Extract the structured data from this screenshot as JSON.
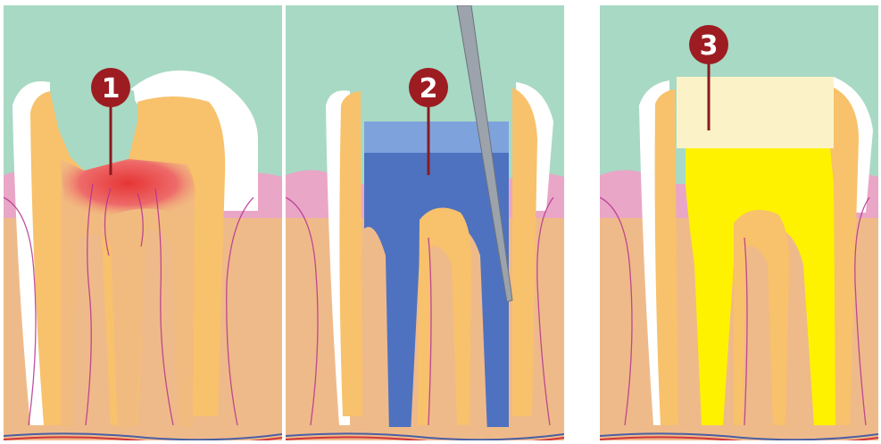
{
  "steps": [
    {
      "number": "1",
      "state": "infected-pulp"
    },
    {
      "number": "2",
      "state": "canal-cleaning"
    },
    {
      "number": "3",
      "state": "filled-and-sealed"
    }
  ],
  "colors": {
    "background_green": "#a8d9c4",
    "gum_pink": "#e9a6c7",
    "bone": "#efba8a",
    "dentin": "#f8c16b",
    "enamel": "#ffffff",
    "pulp": "#f1bb80",
    "infection_red": "#e63535",
    "irrigant_light_blue": "#7ea3dc",
    "irrigant_dark_blue": "#4e72c0",
    "filling_cream": "#fbf3c7",
    "root_filling_yellow": "#fff200",
    "badge": "#9c1c22",
    "instrument": "#9ca3ad"
  }
}
